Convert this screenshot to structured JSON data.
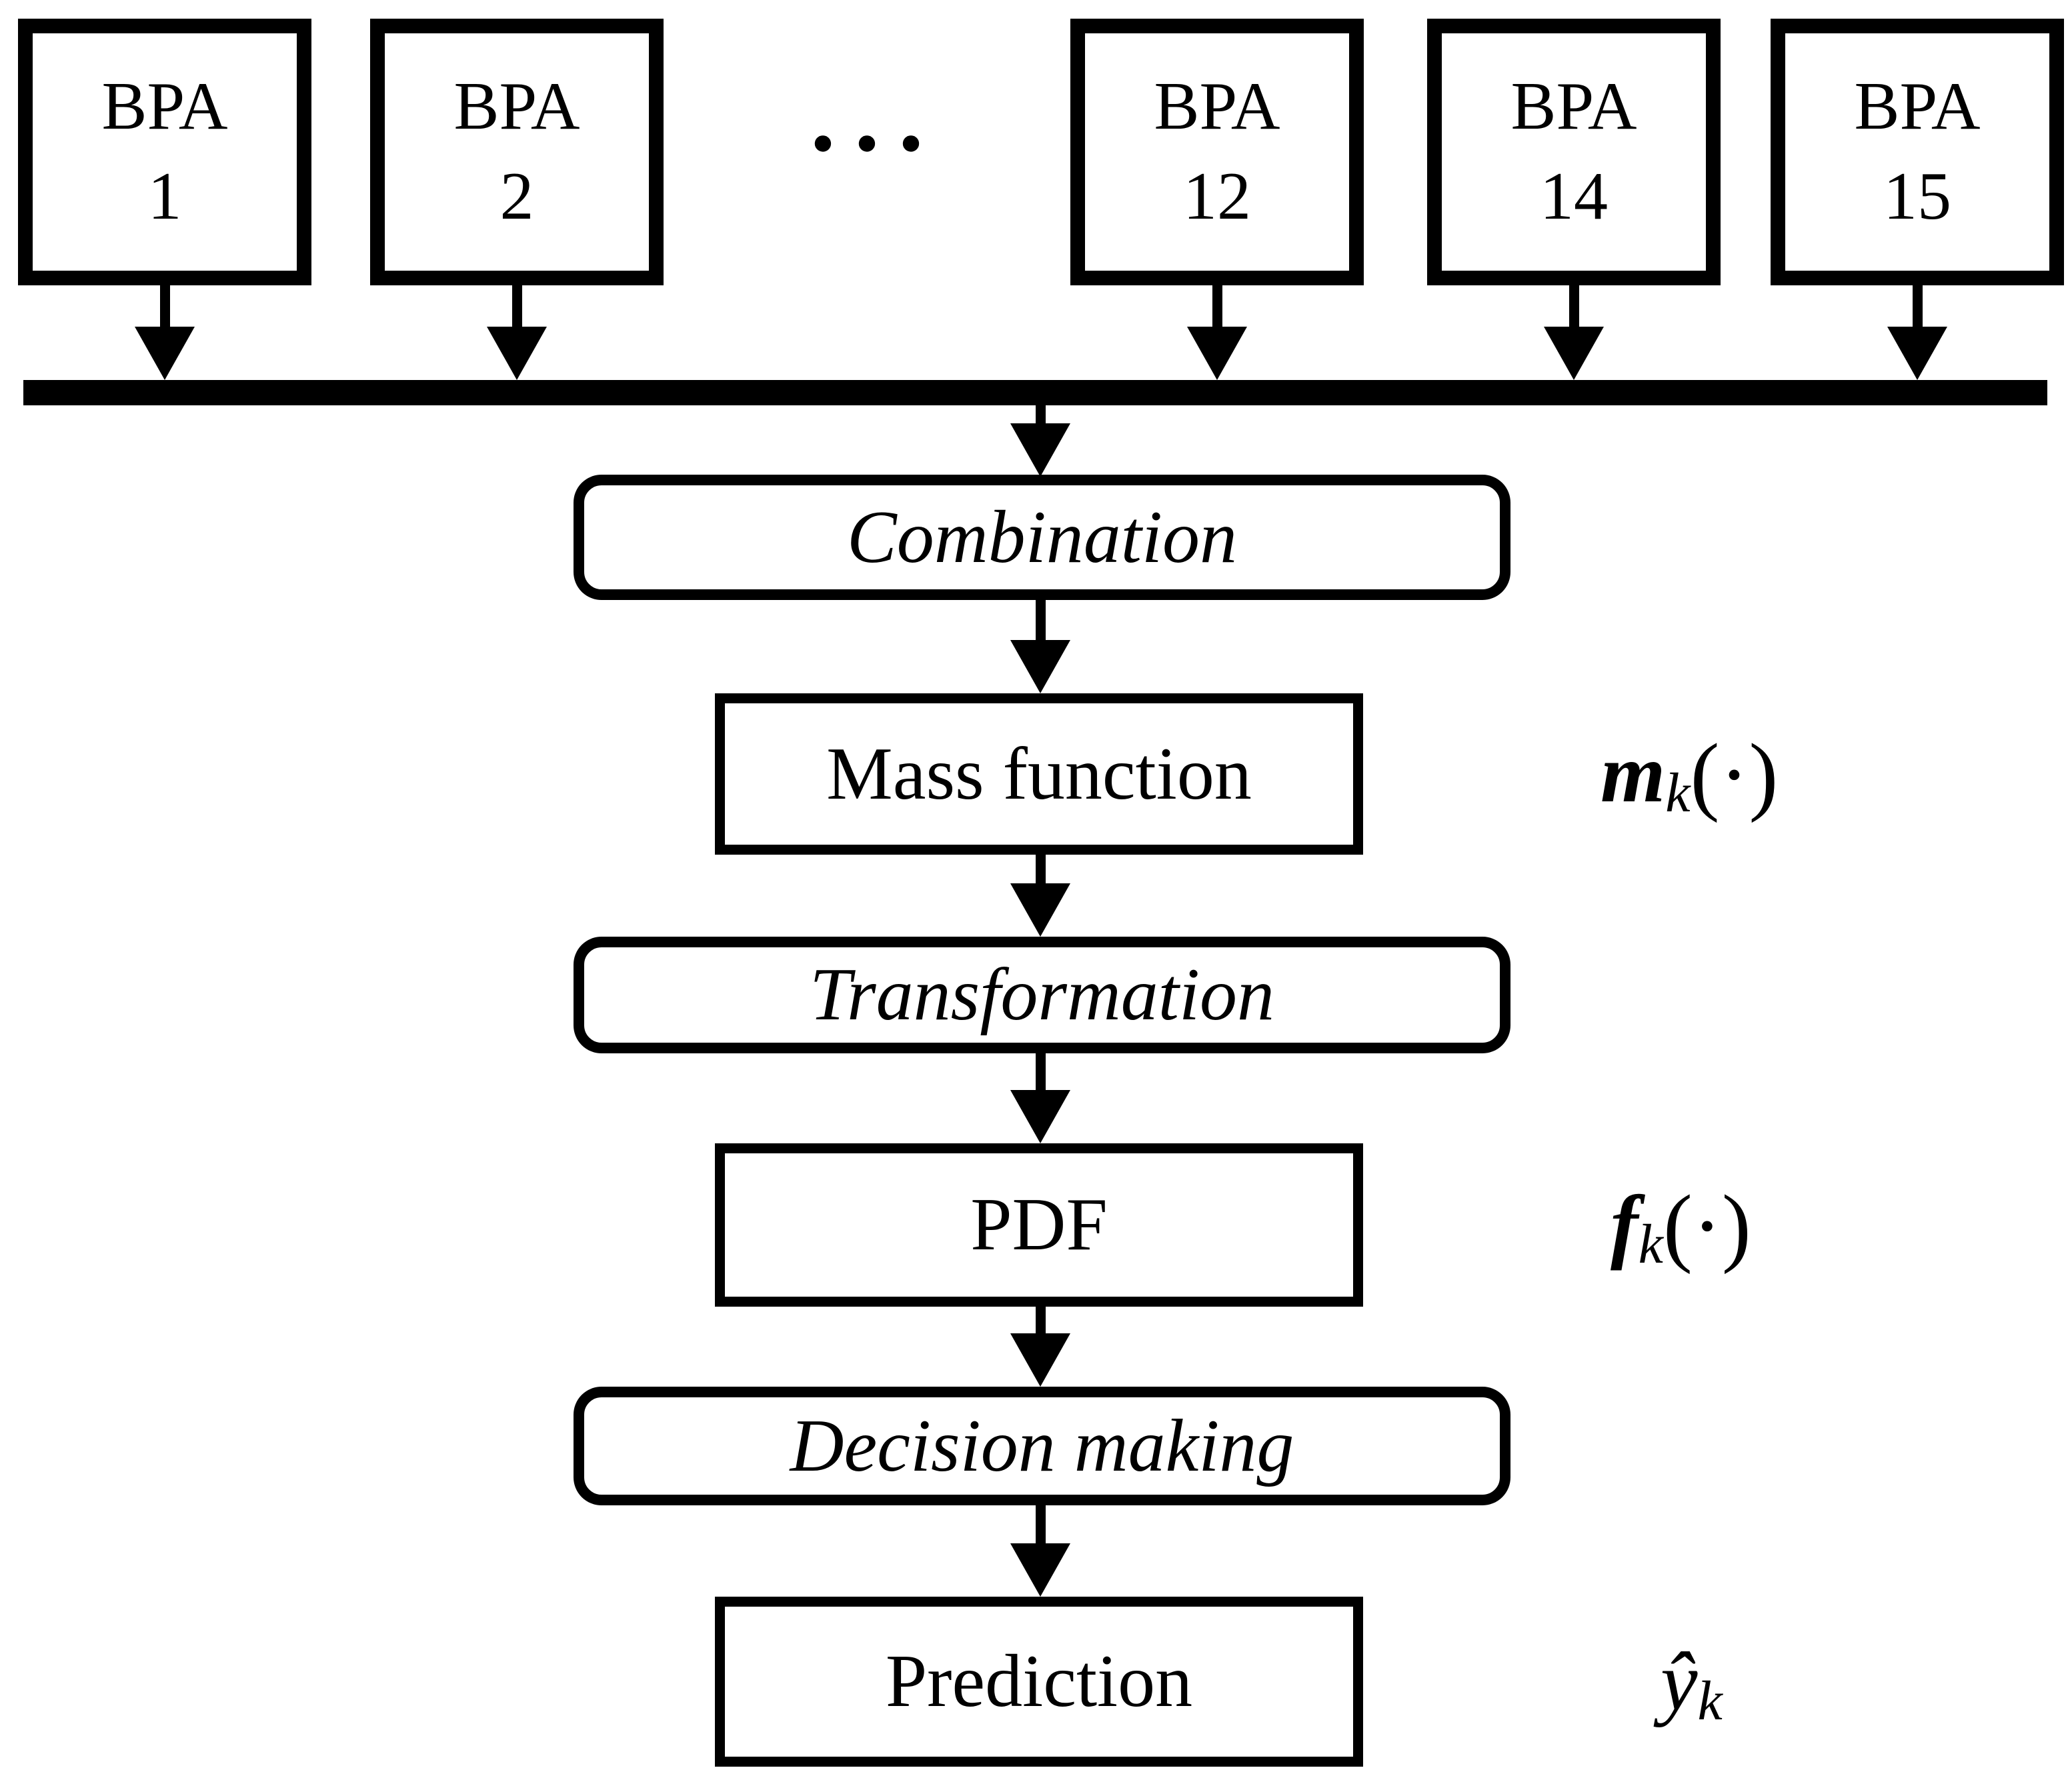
{
  "colors": {
    "ink": "#000000",
    "background": "#ffffff"
  },
  "bpa_row": {
    "boxes": [
      {
        "line1": "BPA",
        "line2": "1"
      },
      {
        "line1": "BPA",
        "line2": "2"
      },
      {
        "line1": "BPA",
        "line2": "12"
      },
      {
        "line1": "BPA",
        "line2": "14"
      },
      {
        "line1": "BPA",
        "line2": "15"
      }
    ],
    "ellipsis": "···"
  },
  "pipeline": {
    "combination": {
      "label": "Combination"
    },
    "mass_function": {
      "label": "Mass function"
    },
    "transformation": {
      "label": "Transformation"
    },
    "pdf": {
      "label": "PDF"
    },
    "decision_making": {
      "label": "Decision making"
    },
    "prediction": {
      "label": "Prediction"
    }
  },
  "annotations": {
    "mass_function": {
      "base": "m",
      "sub": "k",
      "args": "(·)"
    },
    "pdf": {
      "base": "f",
      "sub": "k",
      "args": "(·)"
    },
    "prediction": {
      "base": "ŷ",
      "sub": "k",
      "args": ""
    }
  }
}
